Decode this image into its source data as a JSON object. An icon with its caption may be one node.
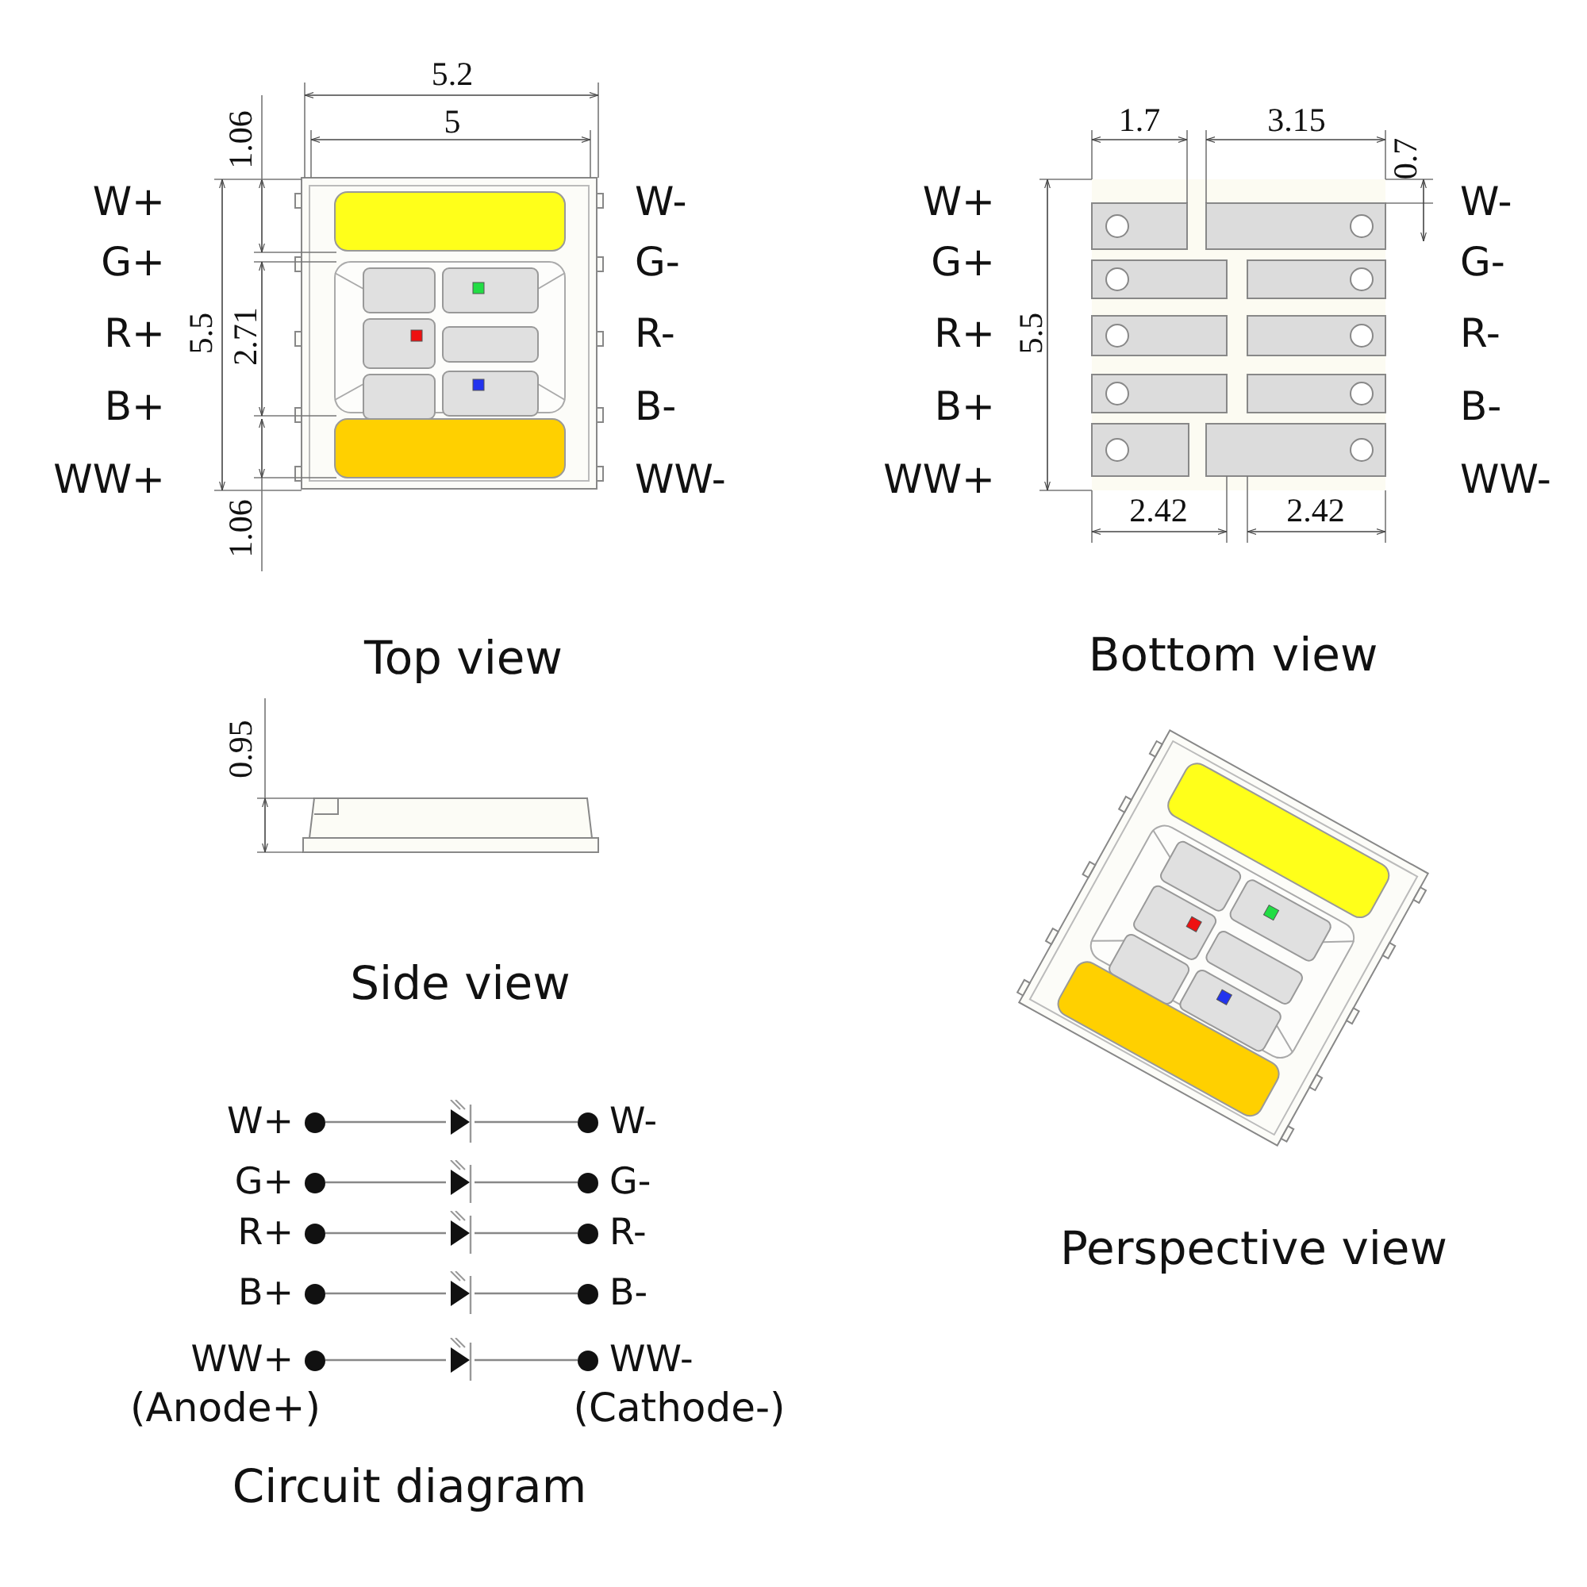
{
  "diagram": {
    "nodes": [
      {
        "text": [
          "W+"
        ]
      },
      {
        "text": [
          "G+"
        ]
      },
      {
        "text": [
          "R+"
        ]
      },
      {
        "text": [
          "B+"
        ]
      },
      {
        "text": [
          "WW+"
        ]
      },
      {
        "text": [
          "W-"
        ]
      },
      {
        "text": [
          "G-"
        ]
      },
      {
        "text": [
          "R-"
        ]
      },
      {
        "text": [
          "B-"
        ]
      },
      {
        "text": [
          "WW-"
        ]
      },
      {
        "text": [],
        "shape": "diode"
      },
      {
        "text": [],
        "shape": "diode"
      },
      {
        "text": [],
        "shape": "diode"
      },
      {
        "text": [],
        "shape": "diode"
      },
      {
        "text": [],
        "shape": "diode"
      }
    ],
    "edges": [
      {
        "from": 0,
        "to": 10,
        "arrow": "none"
      },
      {
        "from": 10,
        "to": 5,
        "arrow": "none"
      },
      {
        "from": 1,
        "to": 11,
        "arrow": "none"
      },
      {
        "from": 11,
        "to": 6,
        "arrow": "none"
      },
      {
        "from": 2,
        "to": 12,
        "arrow": "none"
      },
      {
        "from": 12,
        "to": 7,
        "arrow": "none"
      },
      {
        "from": 3,
        "to": 13,
        "arrow": "none"
      },
      {
        "from": 13,
        "to": 8,
        "arrow": "none"
      },
      {
        "from": 4,
        "to": 14,
        "arrow": "none"
      },
      {
        "from": 14,
        "to": 9,
        "arrow": "none"
      }
    ],
    "labels": [
      "5.2",
      "5",
      "1.06",
      "5.5",
      "2.71",
      "1.06",
      "W+",
      "G+",
      "R+",
      "B+",
      "WW+",
      "W-",
      "G-",
      "R-",
      "B-",
      "WW-",
      "Top view",
      "1.7",
      "3.15",
      "0.7",
      "5.5",
      "2.42",
      "2.42",
      "W+",
      "G+",
      "R+",
      "B+",
      "WW+",
      "W-",
      "G-",
      "R-",
      "B-",
      "WW-",
      "Bottom view",
      "0.95",
      "Side view",
      "Perspective view",
      "(Anode+)",
      "(Cathode-)",
      "Circuit diagram"
    ]
  }
}
